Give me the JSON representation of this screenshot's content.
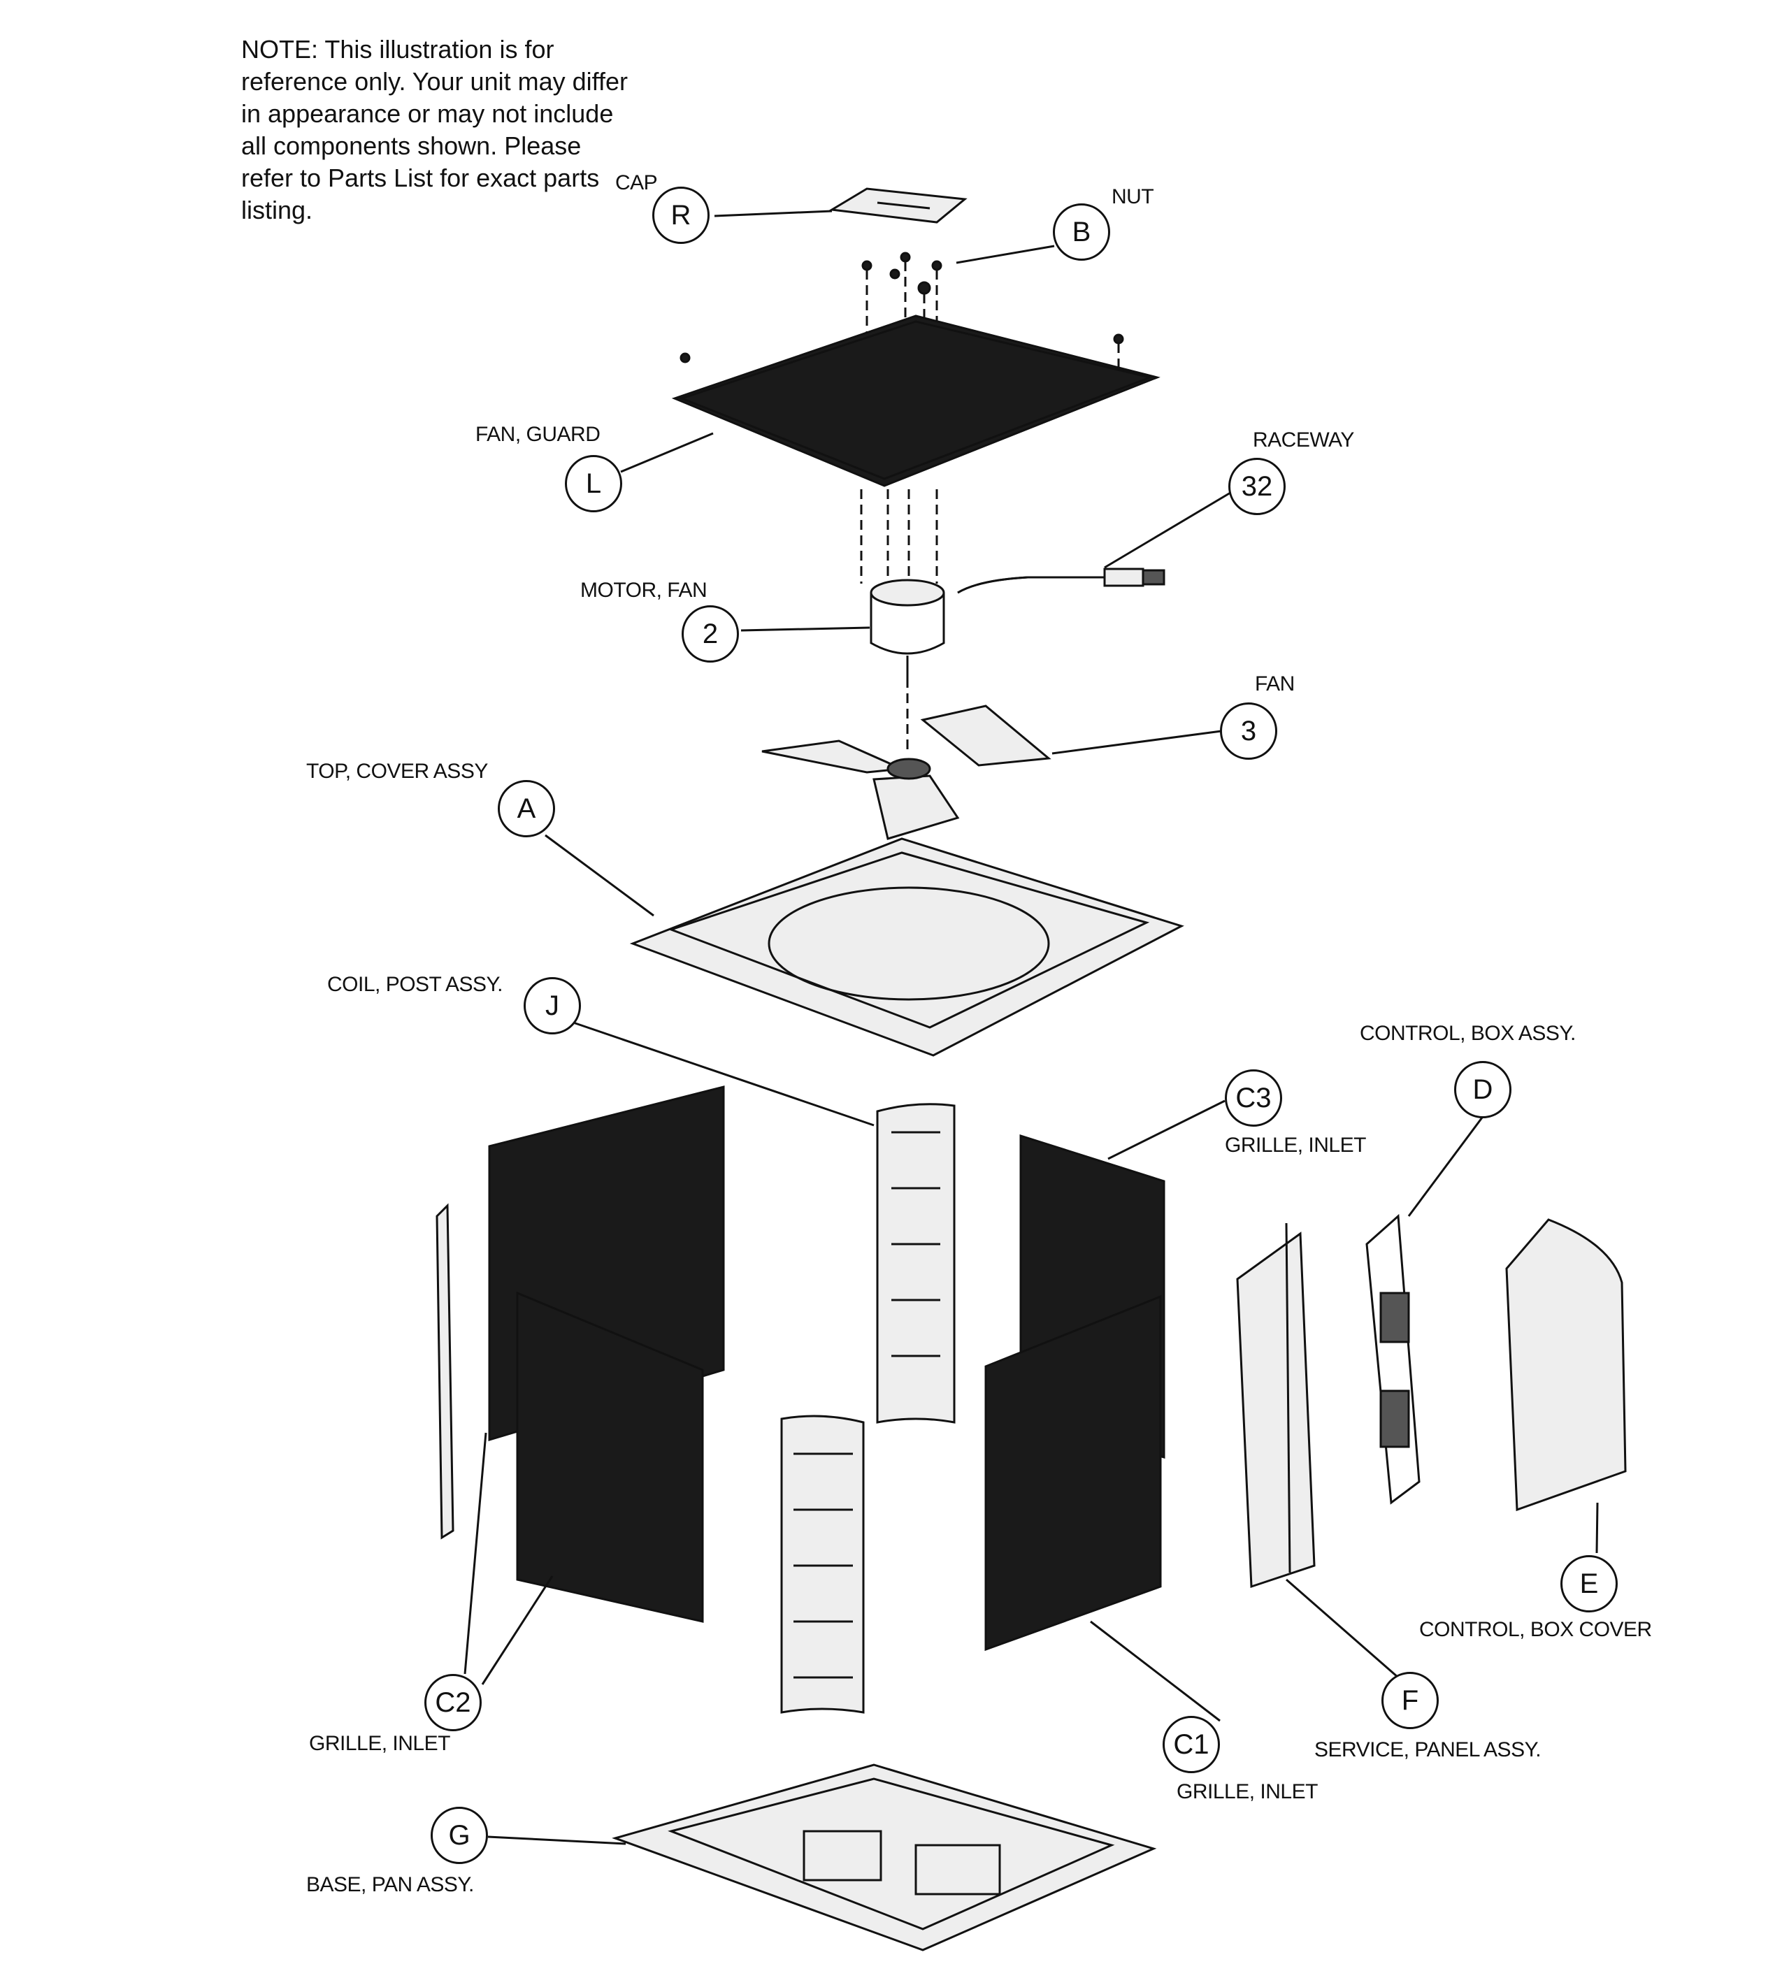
{
  "note": "NOTE: This illustration is for reference only. Your unit may differ in appearance or may not include all components shown. Please refer to Parts List for exact parts listing.",
  "parts": [
    {
      "id": "R",
      "label": "CAP"
    },
    {
      "id": "B",
      "label": "NUT"
    },
    {
      "id": "L",
      "label": "FAN, GUARD"
    },
    {
      "id": "32",
      "label": "RACEWAY"
    },
    {
      "id": "2",
      "label": "MOTOR, FAN"
    },
    {
      "id": "3",
      "label": "FAN"
    },
    {
      "id": "A",
      "label": "TOP, COVER ASSY"
    },
    {
      "id": "J",
      "label": "COIL, POST ASSY."
    },
    {
      "id": "C3",
      "label": "GRILLE, INLET"
    },
    {
      "id": "D",
      "label": "CONTROL, BOX ASSY."
    },
    {
      "id": "E",
      "label": "CONTROL, BOX COVER"
    },
    {
      "id": "F",
      "label": "SERVICE, PANEL ASSY."
    },
    {
      "id": "C2",
      "label": "GRILLE, INLET"
    },
    {
      "id": "C1",
      "label": "GRILLE, INLET"
    },
    {
      "id": "G",
      "label": "BASE, PAN ASSY."
    }
  ]
}
